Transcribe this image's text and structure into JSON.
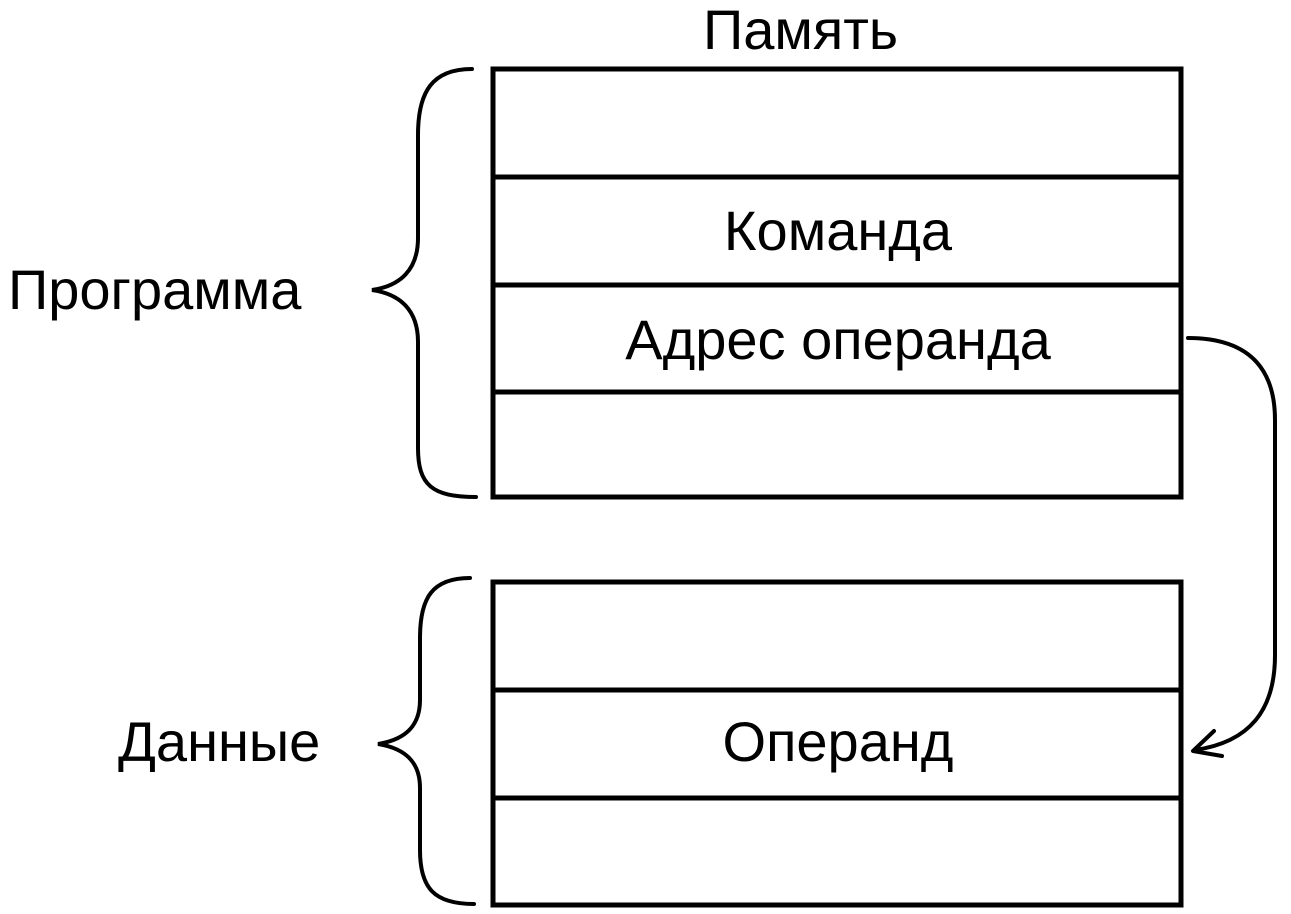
{
  "title": "Память",
  "groups": {
    "program": "Программа",
    "data": "Данные"
  },
  "cells": {
    "command": "Команда",
    "operand_address": "Адрес операнда",
    "operand": "Операнд"
  },
  "colors": {
    "ink": "#000000",
    "background": "#ffffff"
  }
}
